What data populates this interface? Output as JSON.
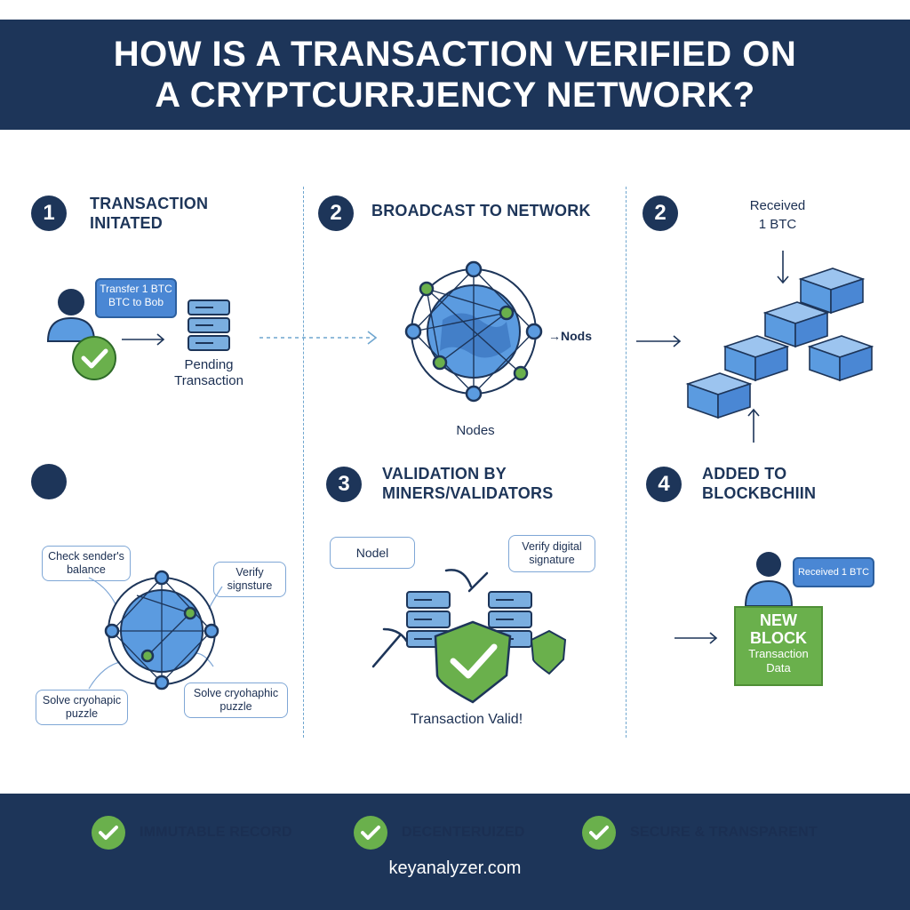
{
  "header": {
    "title_line1": "HOW IS A TRANSACTION VERIFIED ON",
    "title_line2": "A CRYPTCURRJENCY NETWORK?"
  },
  "steps": {
    "s1": {
      "number": "1",
      "title_line1": "TRANSACTION",
      "title_line2": "INITATED"
    },
    "s2": {
      "number": "2",
      "title": "BROADCAST TO NETWORK"
    },
    "s2b": {
      "number": "2",
      "label_line1": "Received",
      "label_line2": "1 BTC"
    },
    "s3": {
      "number": "3",
      "title_line1": "VALIDATION BY",
      "title_line2": "MINERS/VALIDATORS"
    },
    "s4": {
      "number": "4",
      "title_line1": "ADDED TO",
      "title_line2": "BLOCKBCHIIN"
    }
  },
  "panel1": {
    "callout_line1": "Transfer 1 BTC",
    "callout_line2": "BTC to Bob",
    "db_label_line1": "Pending",
    "db_label_line2": "Transaction"
  },
  "panel2": {
    "nodes_right": "Nods",
    "nodes_bottom": "Nodes"
  },
  "panel4": {
    "callout_tl_line1": "Check sender's",
    "callout_tl_line2": "balance",
    "callout_tr_line1": "Verify",
    "callout_tr_line2": "signsture",
    "callout_bl_line1": "Solve cryohapic",
    "callout_bl_line2": "puzzle",
    "callout_br_line1": "Solve cryohaphic",
    "callout_br_line2": "puzzle"
  },
  "panel5": {
    "node_callout": "Nodel",
    "verify_line1": "Verify digital",
    "verify_line2": "signature",
    "valid_label": "Transaction Valid!"
  },
  "panel6": {
    "received": "Received 1 BTC",
    "block_line1": "NEW",
    "block_line2": "BLOCK",
    "block_line3": "Transaction",
    "block_line4": "Data"
  },
  "footer": {
    "items": [
      "IMMUTABLE RECORD",
      "DECENTERUIZED",
      "SECURE & TRANSPARENT"
    ],
    "site": "keyanalyzer.com"
  },
  "colors": {
    "navy": "#1d3559",
    "blue": "#4a87d4",
    "green": "#6ab04c"
  }
}
